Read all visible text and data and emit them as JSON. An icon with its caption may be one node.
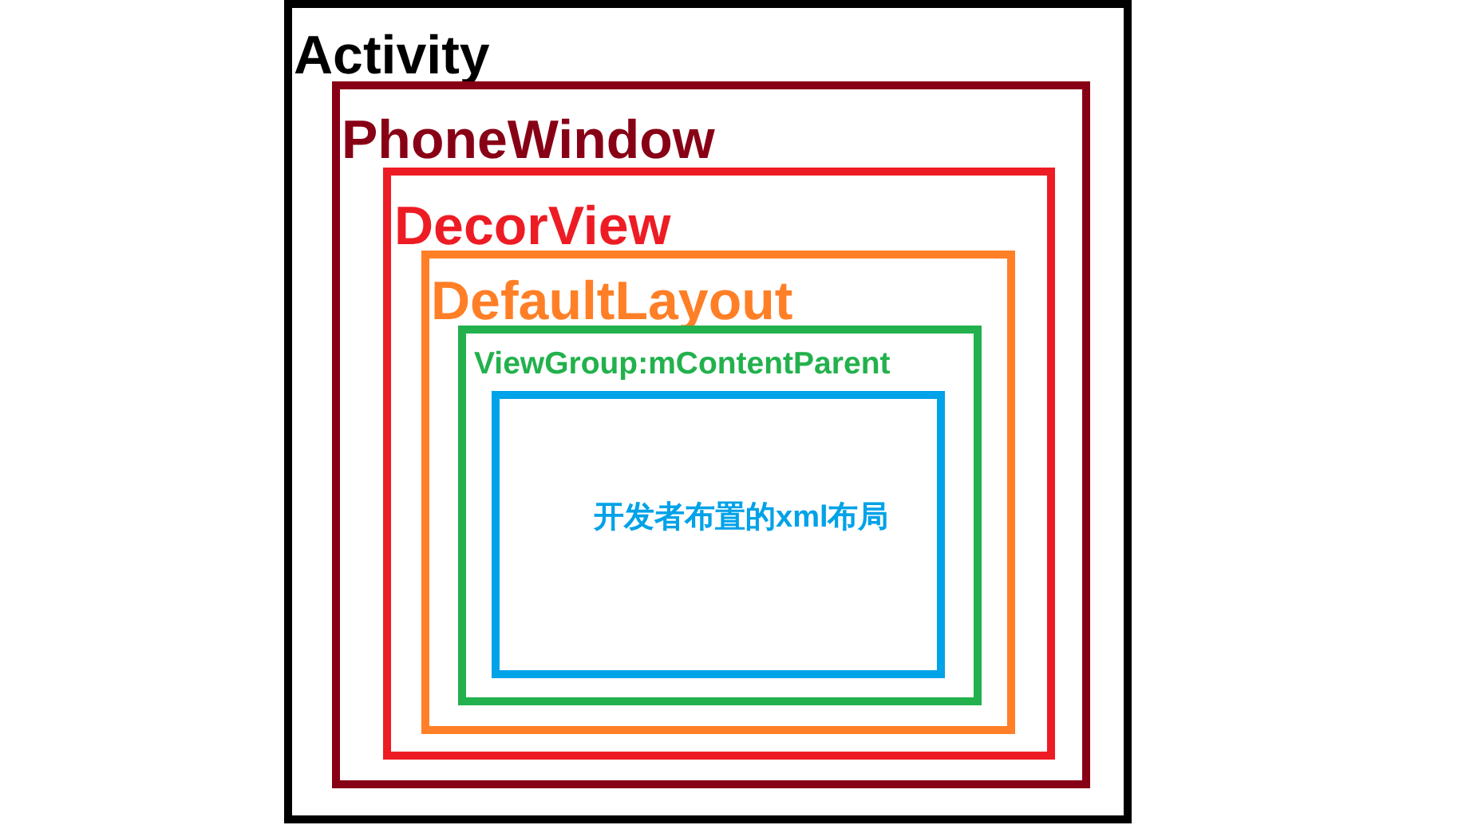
{
  "diagram": {
    "nodes": [
      {
        "text": [
          "Activity"
        ]
      },
      {
        "text": [
          "PhoneWindow"
        ],
        "in": 0
      },
      {
        "text": [
          "DecorView"
        ],
        "in": 1
      },
      {
        "text": [
          "DefaultLayout"
        ],
        "in": 2
      },
      {
        "text": [
          "ViewGroup:mContentParent"
        ],
        "in": 3
      },
      {
        "text": [
          "开发者布置的xml布局"
        ],
        "in": 4
      }
    ]
  }
}
